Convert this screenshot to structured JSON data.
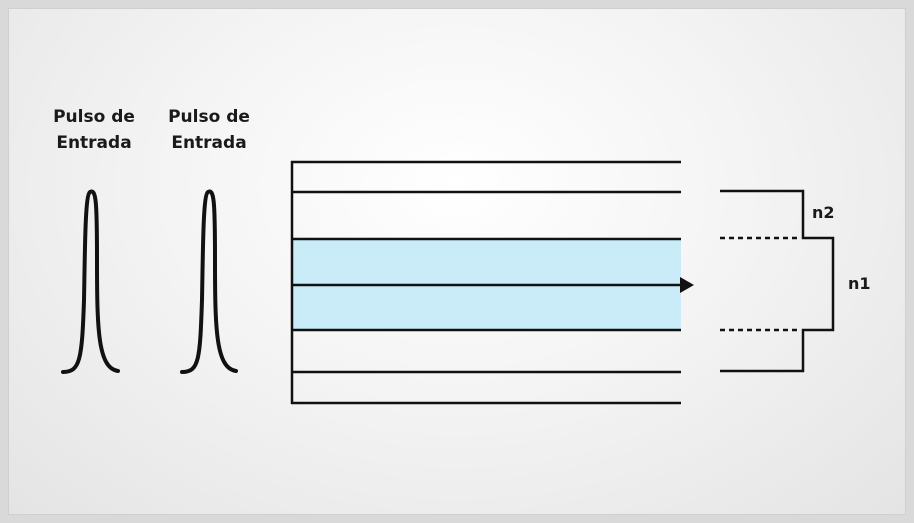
{
  "pulses": [
    {
      "line1": "Pulso de",
      "line2": "Entrada"
    },
    {
      "line1": "Pulso de",
      "line2": "Entrada"
    }
  ],
  "indices": {
    "cladding": "n2",
    "core": "n1"
  },
  "colors": {
    "core_fill": "#c9ecf8",
    "line": "#111111",
    "background": "#f4f4f4"
  },
  "icons": {
    "pulse": "gaussian-pulse-icon",
    "arrow": "arrow-right-icon"
  }
}
